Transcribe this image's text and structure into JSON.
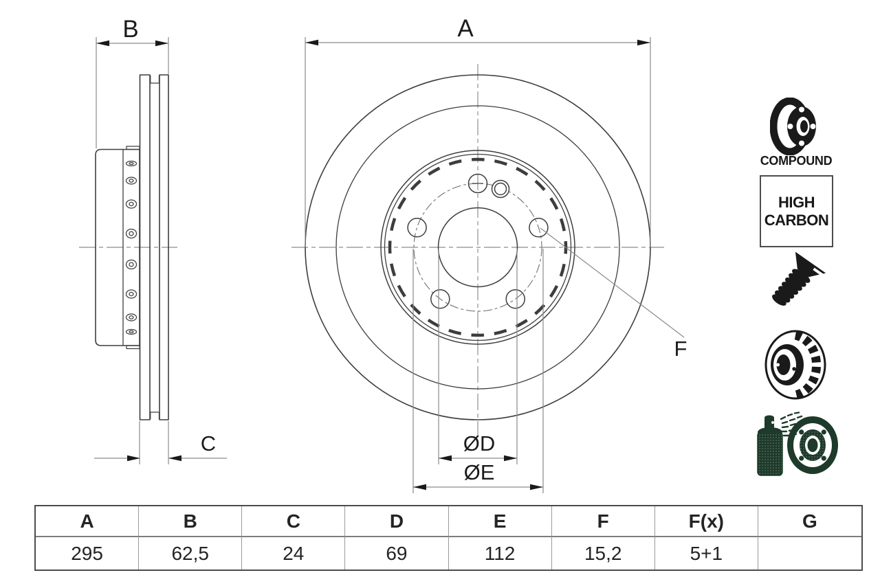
{
  "drawing": {
    "dim_labels": {
      "a": "A",
      "b": "B",
      "c": "C",
      "d": "ØD",
      "e": "ØE",
      "f": "F"
    },
    "views": [
      "side-section-view",
      "front-view"
    ]
  },
  "badges": {
    "compound_label": "COMPOUND",
    "high_carbon_line1": "HIGH",
    "high_carbon_line2": "CARBON"
  },
  "icons": {
    "top_badge": "compound-disc-icon",
    "fastener": "countersunk-screw-icon",
    "disc_type": "vented-disc-icon",
    "coating": "coated-disc-spray-icon"
  },
  "spec_table": {
    "headers": [
      "A",
      "B",
      "C",
      "D",
      "E",
      "F",
      "F(x)",
      "G"
    ],
    "values": [
      "295",
      "62,5",
      "24",
      "69",
      "112",
      "15,2",
      "5+1",
      ""
    ]
  },
  "colors": {
    "line": "#3d3d3d",
    "dim_line": "#8a8a8a",
    "arrow": "#1a1a1a",
    "icon_black": "#1a1a1a",
    "icon_green": "#1e3a2a"
  }
}
